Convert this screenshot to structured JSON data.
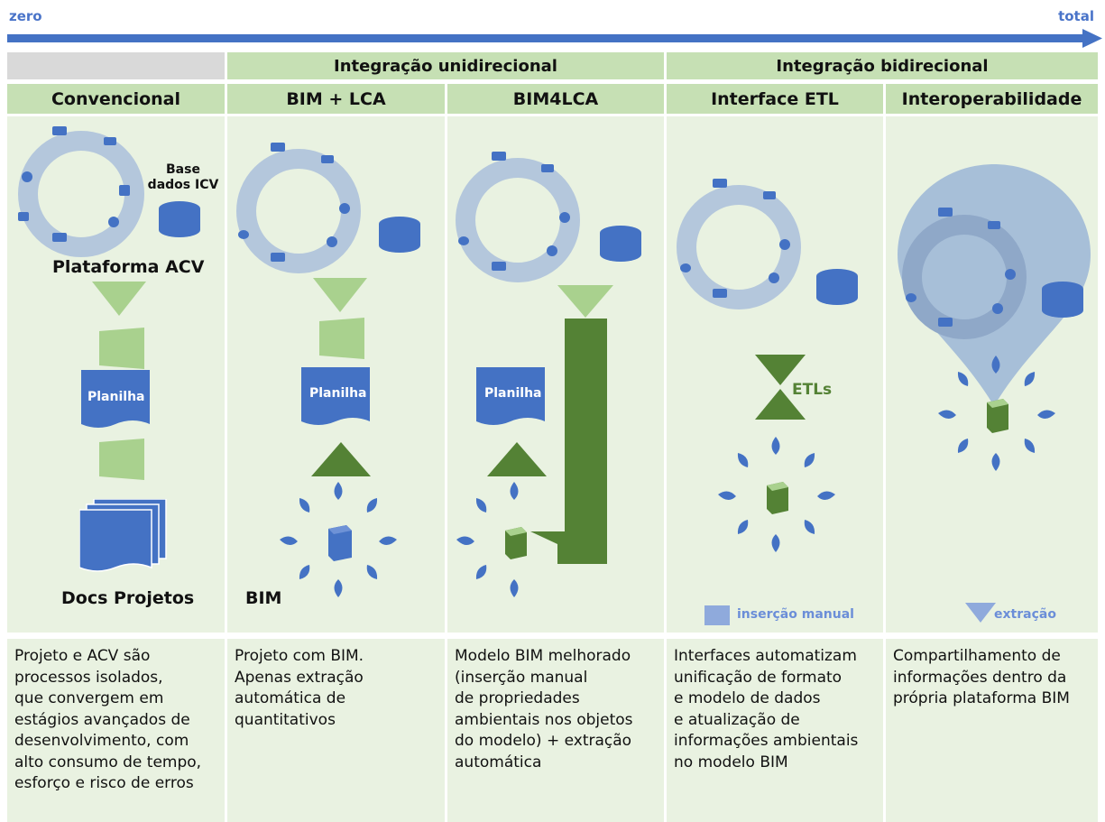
{
  "scale": {
    "start": "zero",
    "end": "total"
  },
  "groups": [
    "Integração unidirecional",
    "Integração bidirecional"
  ],
  "columns": [
    {
      "title": "Convencional",
      "desc": [
        "Projeto e ACV são",
        "processos isolados,",
        "que convergem em",
        "estágios avançados de",
        "desenvolvimento, com",
        "alto consumo de tempo,",
        "esforço e risco de erros"
      ]
    },
    {
      "title": "BIM + LCA",
      "desc": [
        "Projeto com BIM.",
        "Apenas extração",
        "automática de",
        "quantitativos"
      ]
    },
    {
      "title": "BIM4LCA",
      "desc": [
        "Modelo BIM melhorado",
        "(inserção manual",
        "de propriedades",
        "ambientais nos objetos",
        "do modelo) + extração",
        "automática"
      ]
    },
    {
      "title": "Interface ETL",
      "desc": [
        "Interfaces automatizam",
        "unificação de formato",
        "e modelo de dados",
        "e atualização de",
        "informações ambientais",
        "no modelo BIM"
      ]
    },
    {
      "title": "Interoperabilidade",
      "desc": [
        "Compartilhamento de",
        "informações dentro da",
        "própria plataforma BIM"
      ]
    }
  ],
  "labels": {
    "database": "Base dados ICV",
    "platform": "Plataforma ACV",
    "spreadsheet": "Planilha",
    "docs": "Docs Projetos",
    "bim": "BIM",
    "etls": "ETLs"
  },
  "legend": {
    "manual": "inserção manual",
    "extraction": "extração"
  },
  "colors": {
    "arrow": "#4472c4",
    "header": "#c6e0b4",
    "panel": "#e9f2e1",
    "ring": "#b4c7dc",
    "blue": "#4472c4",
    "green_light": "#a9d18e",
    "green_dark": "#548235",
    "legend_blue": "#8faadc"
  }
}
